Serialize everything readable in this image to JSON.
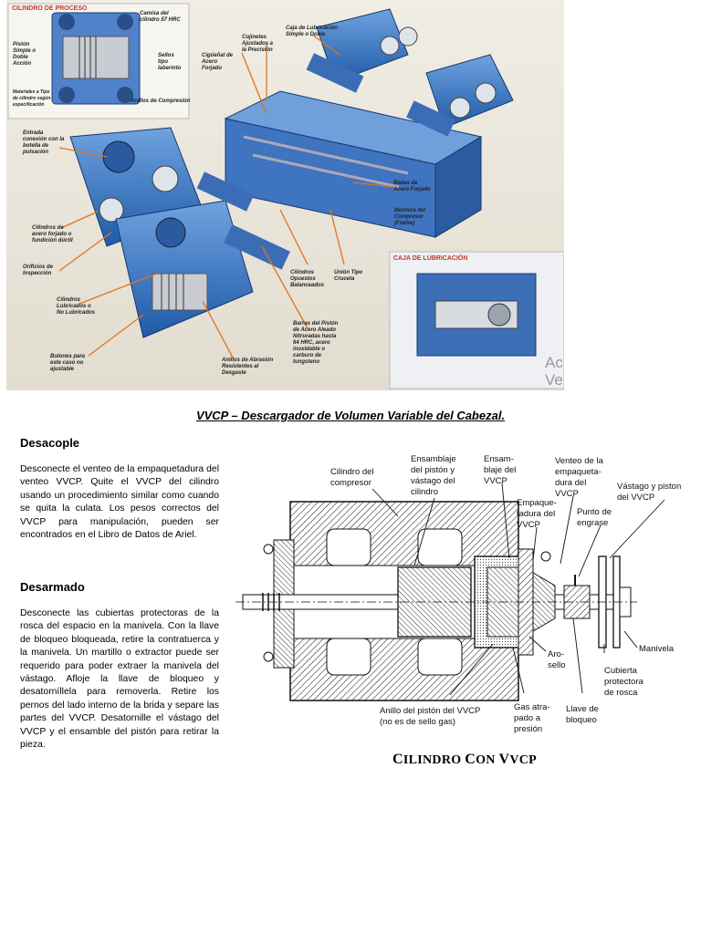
{
  "illustration": {
    "process_inset_title": "CILINDRO DE PROCESO",
    "lubrication_inset_title": "CAJA DE LUBRICACIÓN",
    "labels": [
      "Camisa del\ncilindro 57 HRC",
      "Pistón\nSimple o\nDoble\nAcción",
      "Sellos\ntipo\nlaberinto",
      "Anillos de Compresión",
      "Materiales a Tipo\nde cilindro según\nespecificación",
      "Cojinetes\nAjustados a\nla Precisión",
      "Caja de Lubricación\nSimple o Doble",
      "Cigüeñal de\nAcero\nForjado",
      "Entrada\nconexión con la\nbotella de\npulsación",
      "Bielas de\nAcero Forjado",
      "Montura del\nCompresor\n(Frame)",
      "Cilindros de\nacero forjado o\nfundición dúctil",
      "Orificios de\nInspección",
      "Cilindros\nOpuestos\nBalanceados",
      "Unión Tipo\nCruceta",
      "Cilindros\nLubricados o\nNo Lubricados",
      "Barras del Pistón\nde Acero Aleado\nNitruradas hasta\n64 HRC, acero\ninoxidable o\ncarburo de\ntungsteno",
      "Bulones para\neste caso no\najustable",
      "Anillos de Abrasión\nResistentes al\nDesgaste"
    ],
    "watermark": "Ac\nVe"
  },
  "caption": "VVCP – Descargador de Volumen Variable del Cabezal.",
  "sections": [
    {
      "heading": "Desacople",
      "text": "Desconecte el venteo de la empaquetadura del venteo VVCP. Quite el VVCP del cilindro usando un procedimiento similar como cuando se quita la culata. Los pesos correctos del VVCP para manipulación, pueden ser encontrados en el Libro de Datos de Ariel."
    },
    {
      "heading": "Desarmado",
      "text": "Desconecte las cubiertas protectoras de la rosca del espacio en la manivela. Con la llave de bloqueo bloqueada, retire la contratuerca y la manivela. Un martillo o extractor puede ser requerido para poder extraer la manivela del vástago. Afloje la llave de bloqueo y desatorníllela para removerla. Retire los pernos del lado interno de la brida y separe las partes del VVCP. Desatornille el vástago del VVCP y el ensamble del pistón para retirar la pieza."
    }
  ],
  "diagram": {
    "labels": {
      "cilindro": [
        "Cilindro del",
        "compresor"
      ],
      "ensamblaje_piston": [
        "Ensamblaje",
        "del pistón y",
        "vástago del",
        "cilindro"
      ],
      "ensamblaje_vvcp": [
        "Ensam-",
        "blaje del",
        "VVCP"
      ],
      "empaquetadura": [
        "Empaque-",
        "tadura del",
        "VVCP"
      ],
      "venteo": [
        "Venteo de la",
        "empaqueta-",
        "dura del",
        "VVCP"
      ],
      "punto_engrase": [
        "Punto de",
        "engrase"
      ],
      "vastago_piston": [
        "Vástago y piston",
        "del VVCP"
      ],
      "manivela": [
        "Manivela"
      ],
      "arosello": [
        "Aro-",
        "sello"
      ],
      "cubierta": [
        "Cubierta",
        "protectora",
        "de rosca"
      ],
      "llave": [
        "Llave de",
        "bloqueo"
      ],
      "gas": [
        "Gas atra-",
        "pado a",
        "presión"
      ],
      "anillo": [
        "Anillo del pistón del VVCP",
        "(no es de sello gas)"
      ]
    },
    "title_first_c": "C",
    "title_rest1": "ILINDRO ",
    "title_second_c": "C",
    "title_rest2": "ON ",
    "title_v": "V",
    "title_rest3": "VCP"
  }
}
